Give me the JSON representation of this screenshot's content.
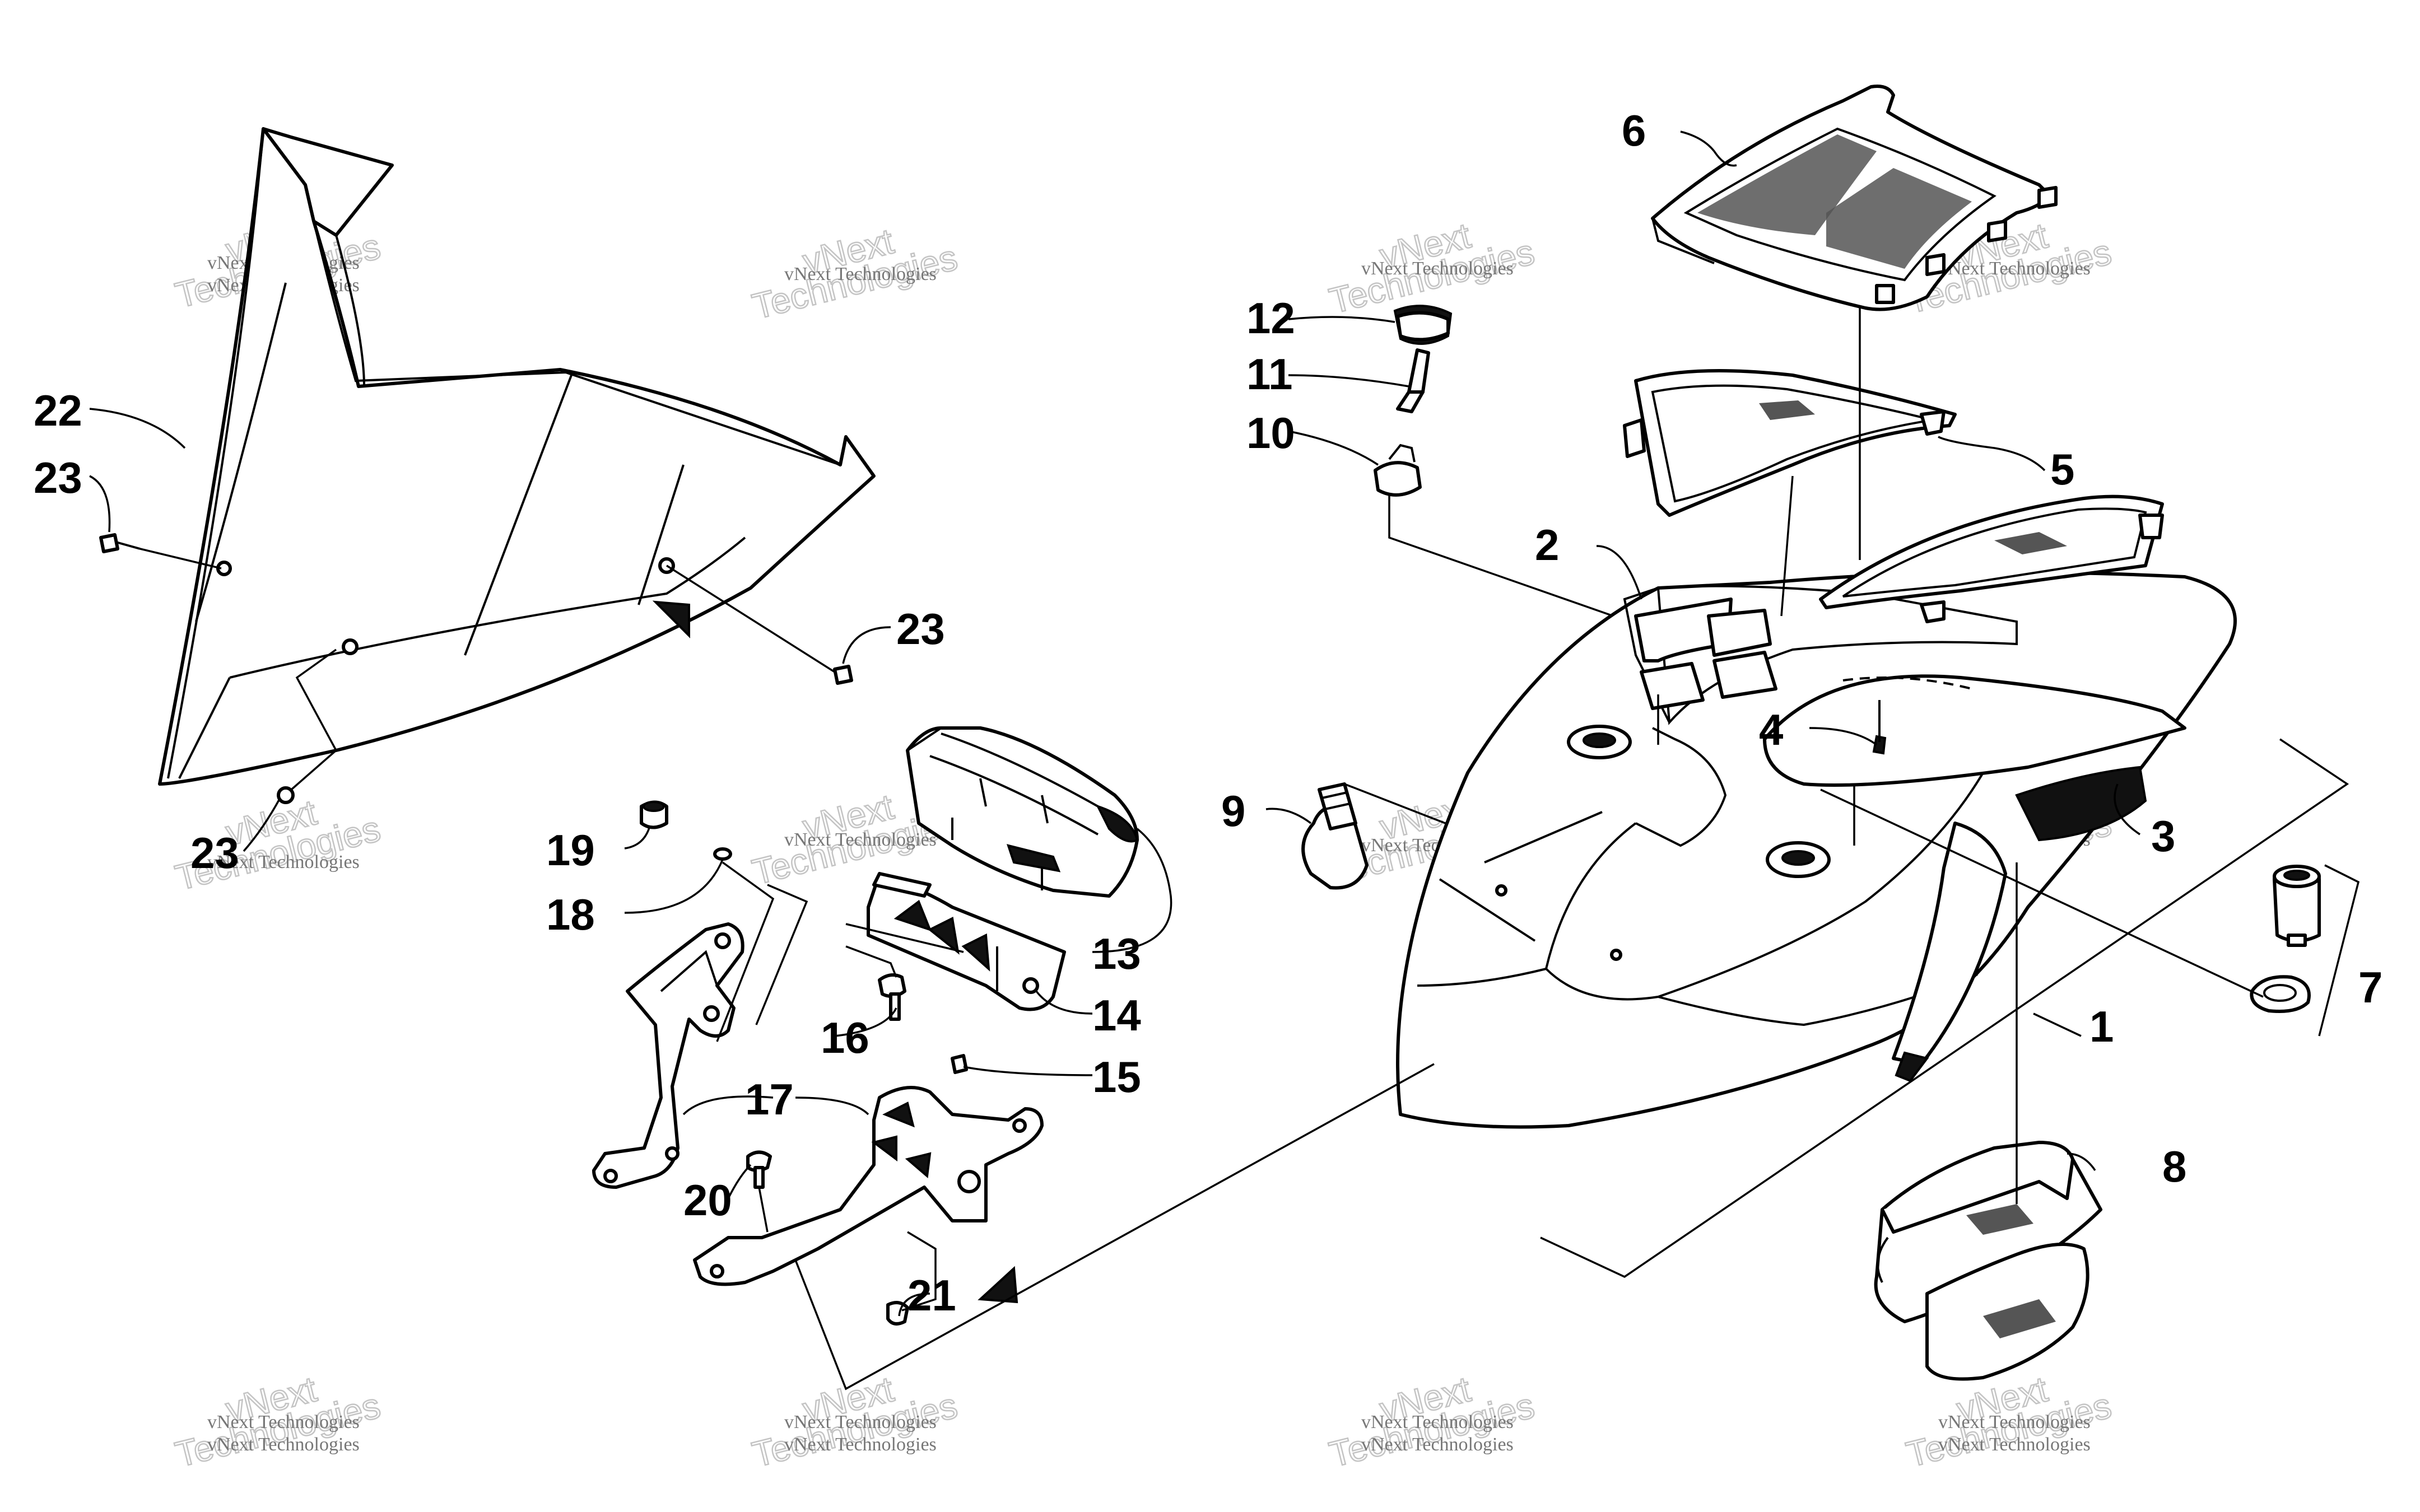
{
  "callouts": [
    {
      "id": "1",
      "text": "1"
    },
    {
      "id": "2",
      "text": "2"
    },
    {
      "id": "3",
      "text": "3"
    },
    {
      "id": "4",
      "text": "4"
    },
    {
      "id": "5",
      "text": "5"
    },
    {
      "id": "6",
      "text": "6"
    },
    {
      "id": "7",
      "text": "7"
    },
    {
      "id": "8",
      "text": "8"
    },
    {
      "id": "9",
      "text": "9"
    },
    {
      "id": "10",
      "text": "10"
    },
    {
      "id": "11",
      "text": "11"
    },
    {
      "id": "12",
      "text": "12"
    },
    {
      "id": "13",
      "text": "13"
    },
    {
      "id": "14",
      "text": "14"
    },
    {
      "id": "15",
      "text": "15"
    },
    {
      "id": "16",
      "text": "16"
    },
    {
      "id": "17",
      "text": "17"
    },
    {
      "id": "18",
      "text": "18"
    },
    {
      "id": "19",
      "text": "19"
    },
    {
      "id": "20",
      "text": "20"
    },
    {
      "id": "21",
      "text": "21"
    },
    {
      "id": "22",
      "text": "22"
    },
    {
      "id": "23a",
      "text": "23"
    },
    {
      "id": "23b",
      "text": "23"
    },
    {
      "id": "23c",
      "text": "23"
    }
  ],
  "watermark": {
    "line_small": "vNext Technologies",
    "line_big_1": "vNext",
    "line_big_2": "Technologies"
  }
}
